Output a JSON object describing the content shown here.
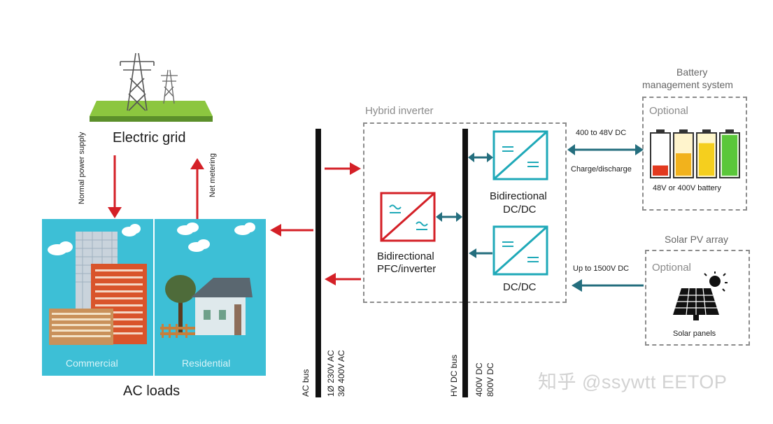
{
  "grid": {
    "label": "Electric grid"
  },
  "flows": {
    "normal_supply": "Normal power supply",
    "net_metering": "Net metering"
  },
  "ac_loads": {
    "title": "AC loads",
    "commercial": "Commercial",
    "residential": "Residential"
  },
  "ac_bus": {
    "label": "AC bus",
    "voltage_1": "1Ø 230V AC",
    "voltage_3": "3Ø 400V AC"
  },
  "hybrid_inverter": {
    "title": "Hybrid inverter"
  },
  "hv_dc_bus": {
    "label": "HV DC bus",
    "voltage_1": "400V DC",
    "voltage_2": "800V DC"
  },
  "pfc_inverter": {
    "label_1": "Bidirectional",
    "label_2": "PFC/inverter"
  },
  "dcdc_bidirectional": {
    "label_1": "Bidirectional",
    "label_2": "DC/DC"
  },
  "dcdc": {
    "label": "DC/DC"
  },
  "battery_link": {
    "range": "400 to 48V DC",
    "mode": "Charge/discharge"
  },
  "bms": {
    "title_1": "Battery",
    "title_2": "management system",
    "optional": "Optional",
    "battery_label": "48V or 400V battery"
  },
  "battery_levels": [
    0.25,
    0.55,
    0.8,
    1.0
  ],
  "solar_link": {
    "range": "Up to 1500V DC"
  },
  "solar": {
    "title": "Solar PV array",
    "optional": "Optional",
    "panel_label": "Solar panels"
  },
  "watermark": "知乎 @ssywtt EETOP",
  "colors": {
    "teal": "#1fa9b8",
    "red": "#d42027",
    "arrow_teal": "#246e7e",
    "sky": "#3dbfd6"
  }
}
